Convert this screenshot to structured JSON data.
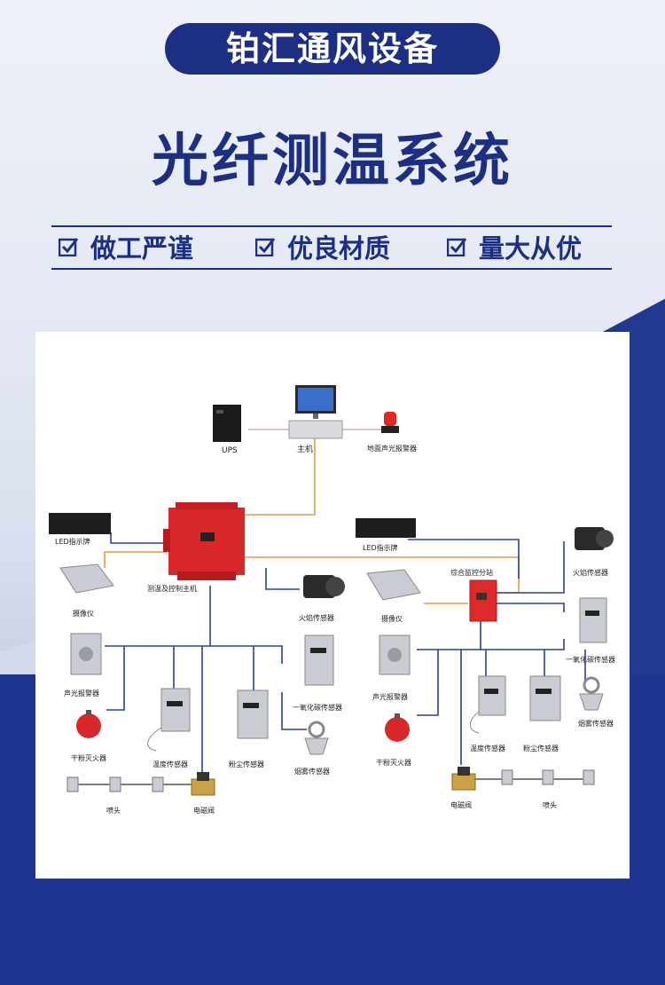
{
  "brand": "铂汇通风设备",
  "title": "光纤测温系统",
  "features": [
    "做工严谨",
    "优良材质",
    "量大从优"
  ],
  "diagram": {
    "labels": {
      "ups": "UPS",
      "host": "主机",
      "ground_alarm": "地面声光报警器",
      "led_left": "LED指示牌",
      "led_right": "LED指示牌",
      "main_unit": "测温及控制主机",
      "camera_left": "摄像仪",
      "camera_right": "摄像仪",
      "flame_left": "火焰传感器",
      "flame_right": "火焰传感器",
      "substation": "综合监控分站",
      "sound_light_left": "声光报警器",
      "sound_light_right": "声光报警器",
      "co_left": "一氧化碳传感器",
      "co_right": "一氧化碳传感器",
      "extinguisher_left": "干粉灭火器",
      "extinguisher_right": "干粉灭火器",
      "temp_left": "温度传感器",
      "temp_right": "温度传感器",
      "dust_left": "粉尘传感器",
      "dust_right": "粉尘传感器",
      "smoke_left": "烟雾传感器",
      "smoke_right": "烟雾传感器",
      "nozzle_left": "喷头",
      "nozzle_right": "喷头",
      "valve_left": "电磁阀",
      "valve_right": "电磁阀"
    },
    "colors": {
      "orange_line": "#e89a3c",
      "blue_line": "#2d3f9a",
      "red_device": "#d9282a",
      "grey_device": "#c9ccd2"
    }
  }
}
